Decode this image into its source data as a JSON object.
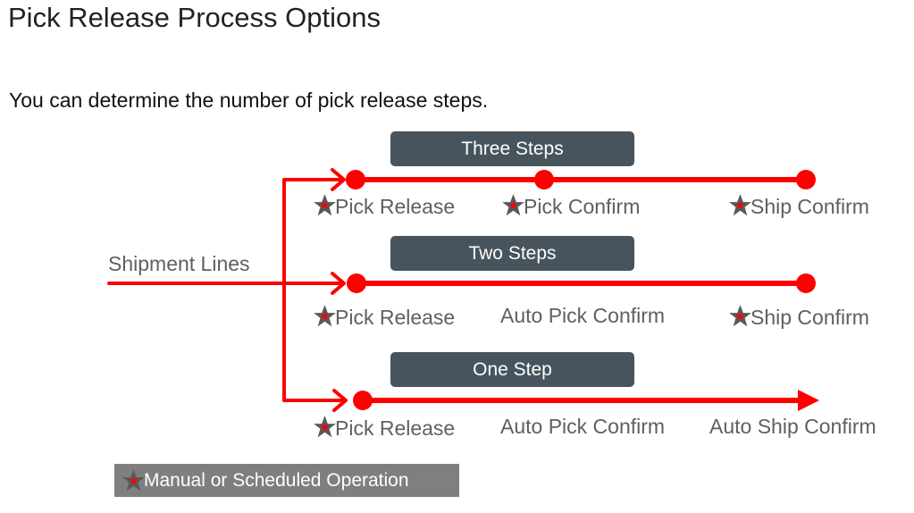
{
  "title": "Pick Release Process Options",
  "subtitle": "You can determine the number of pick release steps.",
  "source_label": "Shipment Lines",
  "rows": [
    {
      "heading": "Three Steps",
      "steps": [
        {
          "label": "Pick Release",
          "manual": true
        },
        {
          "label": "Pick Confirm",
          "manual": true
        },
        {
          "label": "Ship Confirm",
          "manual": true
        }
      ]
    },
    {
      "heading": "Two  Steps",
      "steps": [
        {
          "label": "Pick Release",
          "manual": true
        },
        {
          "label": "Auto Pick Confirm",
          "manual": false
        },
        {
          "label": "Ship Confirm",
          "manual": true
        }
      ]
    },
    {
      "heading": "One  Step",
      "steps": [
        {
          "label": "Pick Release",
          "manual": true
        },
        {
          "label": "Auto Pick Confirm",
          "manual": false
        },
        {
          "label": "Auto Ship Confirm",
          "manual": false
        }
      ]
    }
  ],
  "legend": {
    "label": "Manual or Scheduled Operation",
    "icon": "star-icon"
  },
  "colors": {
    "flow": "#ff0000",
    "box": "#47545d",
    "legend_bg": "#7f7f7f",
    "star": "#595959"
  }
}
